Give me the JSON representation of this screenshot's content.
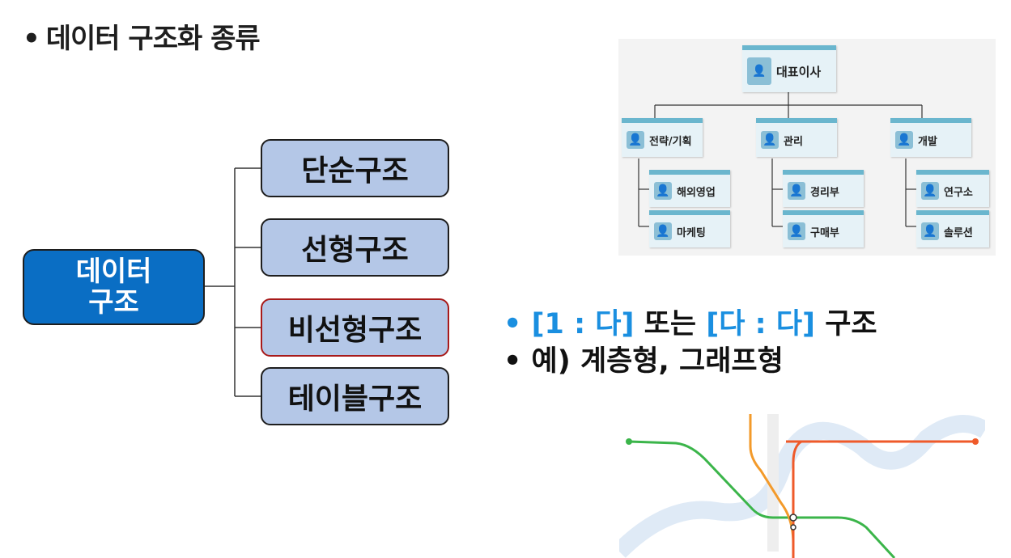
{
  "title": {
    "bullet": "•",
    "text": "데이터 구조화 종류"
  },
  "tree": {
    "root_line1": "데이터",
    "root_line2": "구조",
    "nodes": [
      "단순구조",
      "선형구조",
      "비선형구조",
      "테이블구조"
    ]
  },
  "bullets": {
    "b1_dot": "•",
    "b1_part1": "[1 : 다]",
    "b1_part2": " 또는 ",
    "b1_part3": "[다 : 다]",
    "b1_part4": " 구조",
    "b2_dot": "•",
    "b2_text": " 예) 계층형, 그래프형"
  },
  "org_chart": {
    "top": "대표이사",
    "departments": [
      "전략/기획",
      "관리",
      "개발"
    ],
    "teams": [
      "해외영업",
      "마케팅",
      "경리부",
      "구매부",
      "연구소",
      "솔루션"
    ]
  },
  "colors": {
    "root_fill": "#0a6ec4",
    "node_fill": "#b4c7e7",
    "highlight_border": "#a81a1a",
    "accent_text": "#1a8fe0",
    "line_green": "#3bb54a",
    "line_orange": "#f39a2a",
    "line_red_orange": "#ef5a2a"
  }
}
